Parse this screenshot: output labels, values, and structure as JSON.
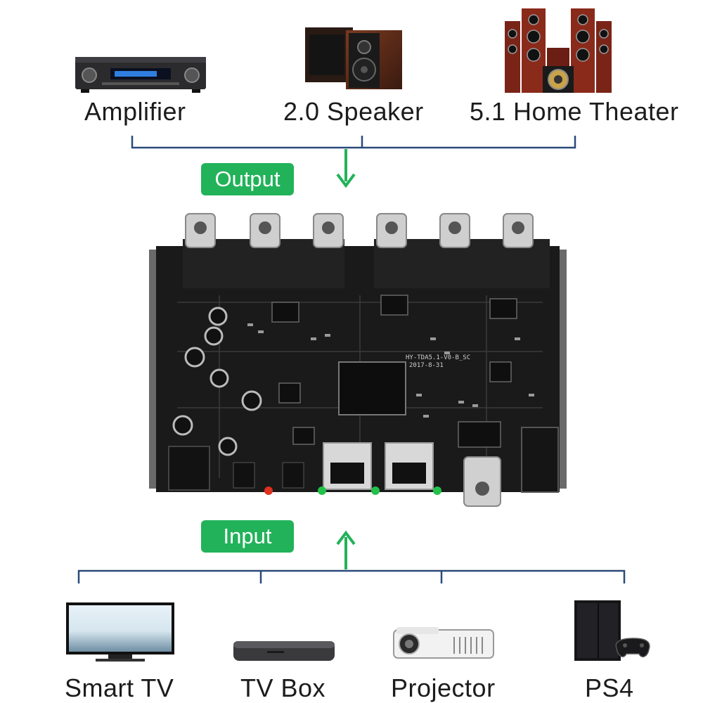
{
  "outputs": {
    "tag": "Output",
    "devices": [
      {
        "label": "Amplifier",
        "icon": "amplifier-icon"
      },
      {
        "label": "2.0 Speaker",
        "icon": "bookshelf-speakers-icon"
      },
      {
        "label": "5.1 Home Theater",
        "icon": "home-theater-speakers-icon"
      }
    ]
  },
  "board": {
    "silkscreen_model": "HY-TDA5.1-V0-B_SC",
    "silkscreen_date": "2017-8-31"
  },
  "inputs": {
    "tag": "Input",
    "devices": [
      {
        "label": "Smart TV",
        "icon": "smart-tv-icon"
      },
      {
        "label": "TV Box",
        "icon": "tv-box-icon"
      },
      {
        "label": "Projector",
        "icon": "projector-icon"
      },
      {
        "label": "PS4",
        "icon": "ps4-console-icon"
      }
    ]
  },
  "colors": {
    "accent": "#22b25a",
    "connector_line": "#2a4a7a",
    "board": "#1a1a1a"
  }
}
